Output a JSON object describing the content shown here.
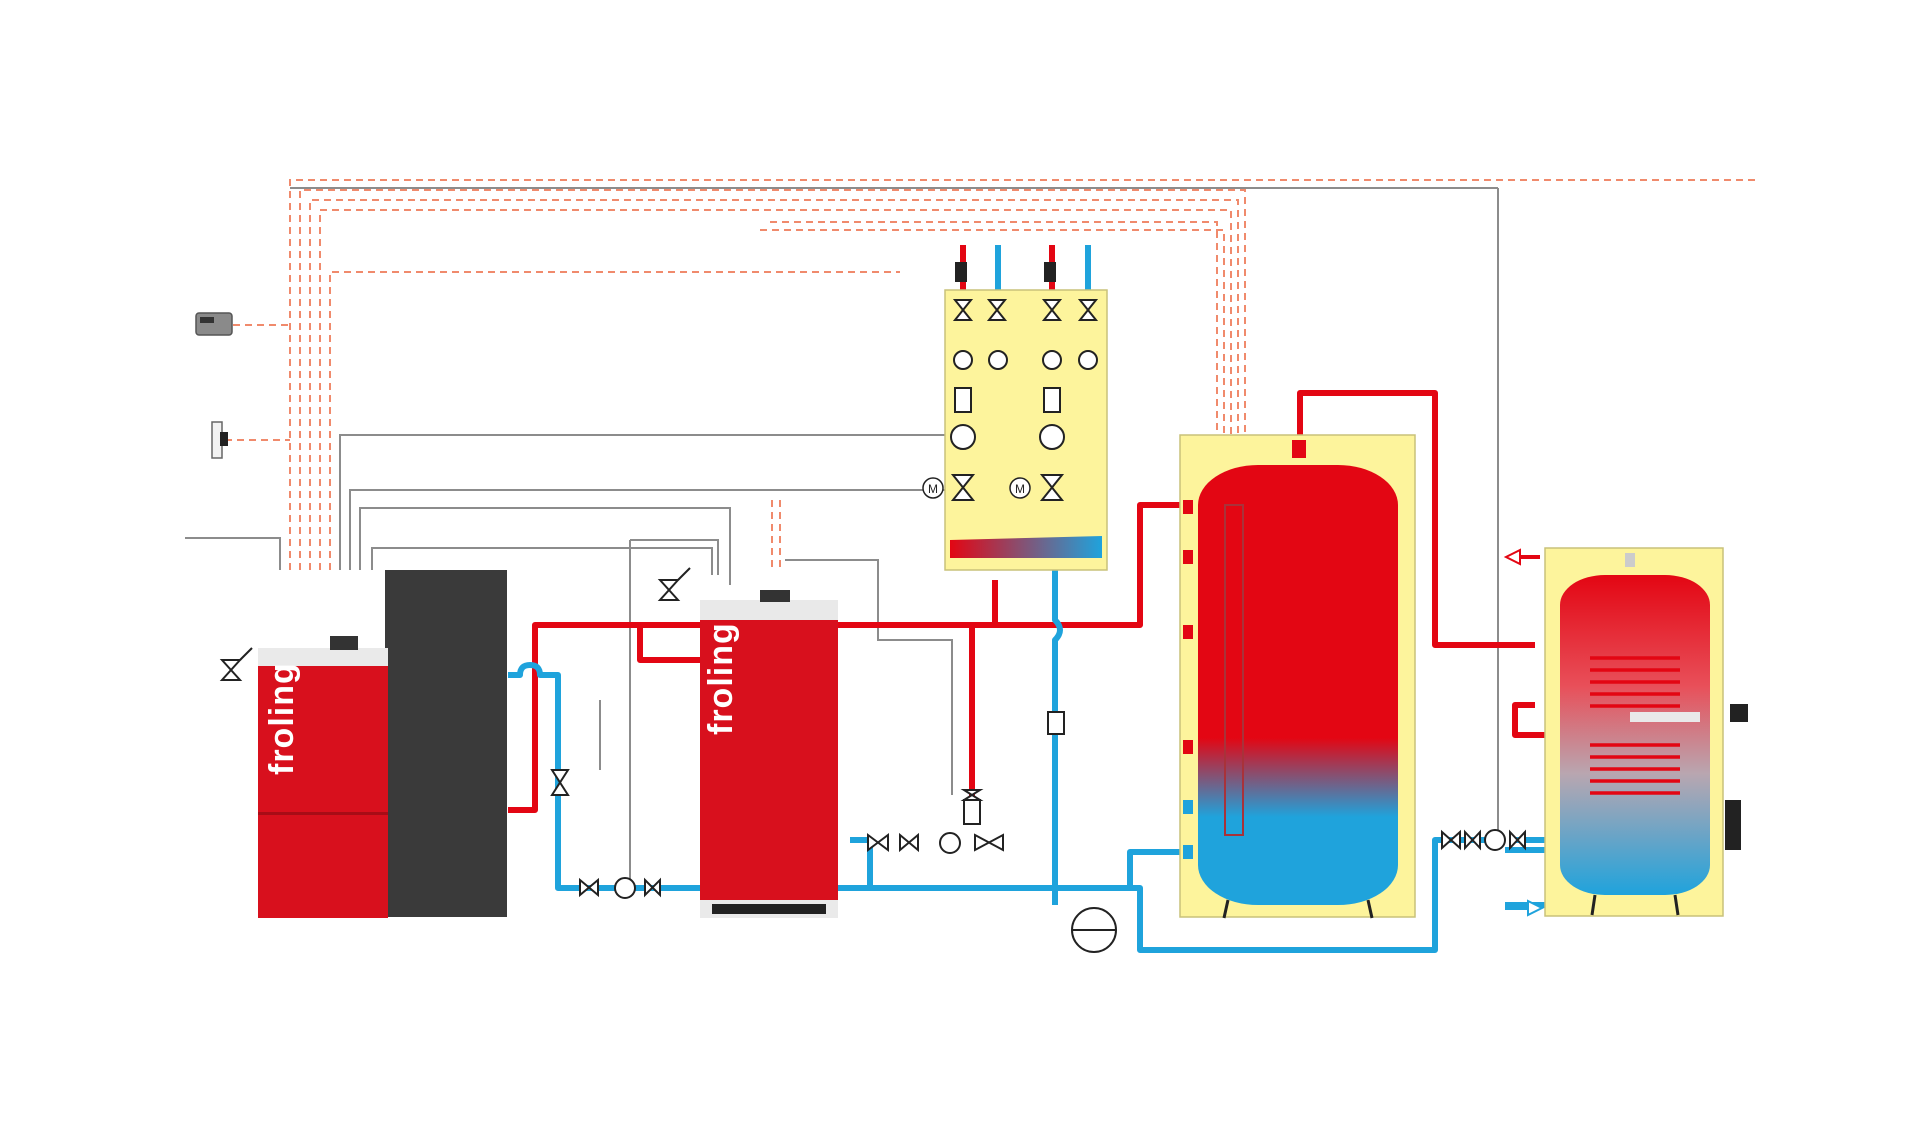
{
  "colors": {
    "supply": "#e30613",
    "return": "#1fa3dc",
    "signal": "#f08a6c",
    "sensor_wire": "#8c8c8c",
    "panel": "#fdf49c",
    "boiler_body": "#d8101d",
    "silo": "#3a3a3a"
  },
  "boiler_left": {
    "brand": "froling"
  },
  "boiler_middle": {
    "brand": "froling"
  },
  "symbols": {
    "motor_label_1": "M",
    "motor_label_2": "M"
  }
}
